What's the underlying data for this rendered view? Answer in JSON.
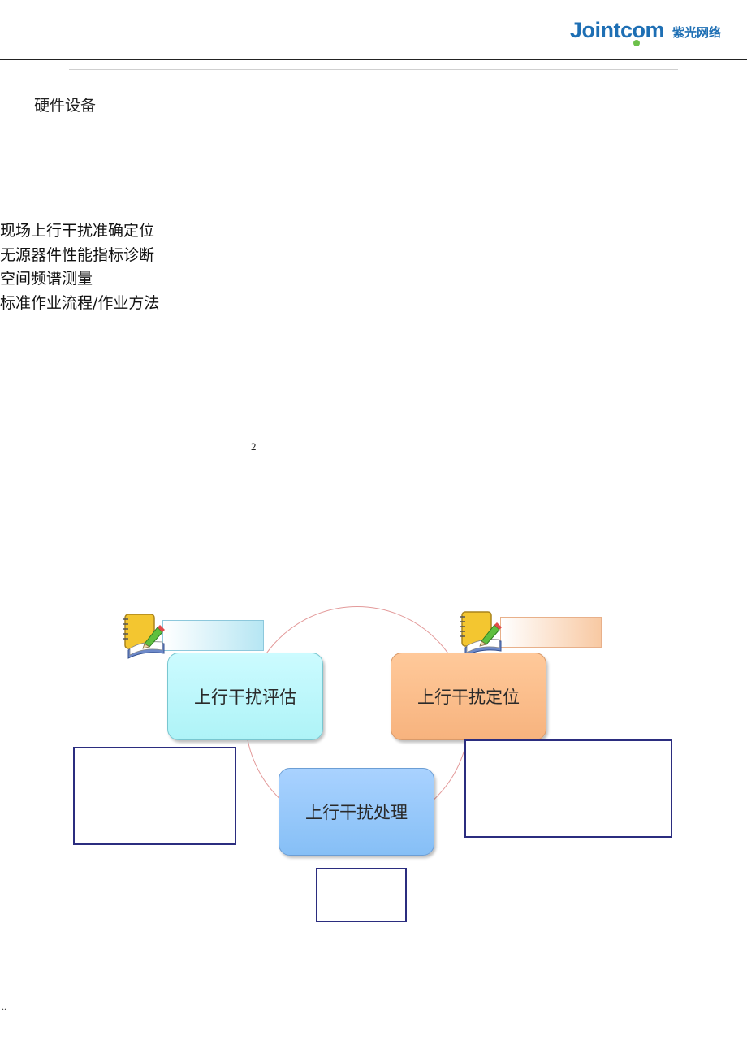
{
  "header": {
    "logo_text": "Jointcom",
    "logo_cn": "紫光网络"
  },
  "section_title": "硬件设备",
  "features": [
    "现场上行干扰准确定位",
    "无源器件性能指标诊断",
    "空间频谱测量",
    "标准作业流程/作业方法"
  ],
  "page_number": "2",
  "diagram": {
    "stages": [
      {
        "label": "上行干扰评估",
        "color": "#aef3f7"
      },
      {
        "label": "上行干扰定位",
        "color": "#f7b37e"
      },
      {
        "label": "上行干扰处理",
        "color": "#86bff6"
      }
    ],
    "icons": [
      "notebook-pen-icon",
      "notebook-pen-icon"
    ]
  },
  "footer": {
    "marker": ".."
  }
}
